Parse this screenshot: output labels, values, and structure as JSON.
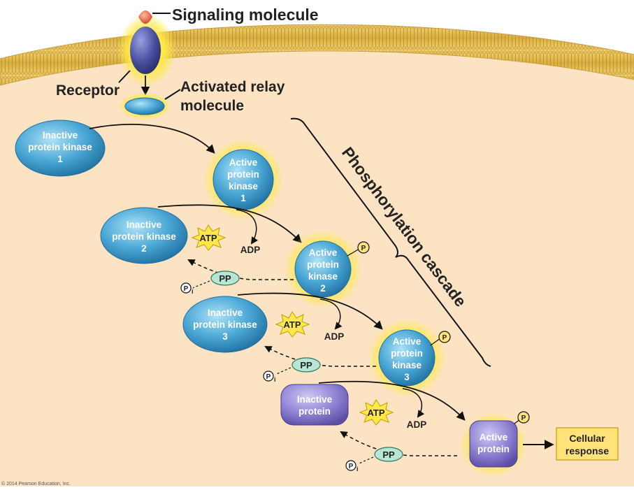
{
  "labels": {
    "signaling_molecule": "Signaling molecule",
    "receptor": "Receptor",
    "activated_relay_line1": "Activated relay",
    "activated_relay_line2": "molecule",
    "phosphorylation_cascade": "Phosphorylation cascade",
    "cellular_response_line1": "Cellular",
    "cellular_response_line2": "response",
    "copyright": "© 2014 Pearson Education, Inc."
  },
  "kinases": {
    "inactive_1": [
      "Inactive",
      "protein kinase",
      "1"
    ],
    "active_1": [
      "Active",
      "protein",
      "kinase",
      "1"
    ],
    "inactive_2": [
      "Inactive",
      "protein kinase",
      "2"
    ],
    "active_2": [
      "Active",
      "protein",
      "kinase",
      "2"
    ],
    "inactive_3": [
      "Inactive",
      "protein kinase",
      "3"
    ],
    "active_3": [
      "Active",
      "protein",
      "kinase",
      "3"
    ],
    "inactive_protein": [
      "Inactive",
      "protein"
    ],
    "active_protein": [
      "Active",
      "protein"
    ]
  },
  "molecules": {
    "atp": "ATP",
    "adp": "ADP",
    "pp": "PP",
    "p": "P",
    "pi_sub": "i"
  },
  "colors": {
    "cytoplasm": "#fce3c4",
    "membrane": "#e8c25a",
    "kinase_blue": "#3f9fd0",
    "protein_purple": "#8c7fd0",
    "glow": "#ffe94a",
    "receptor": "#4a4fa0",
    "signal": "#e9603f",
    "pp_green": "#b8e6d4",
    "response_box": "#ffe27a"
  }
}
